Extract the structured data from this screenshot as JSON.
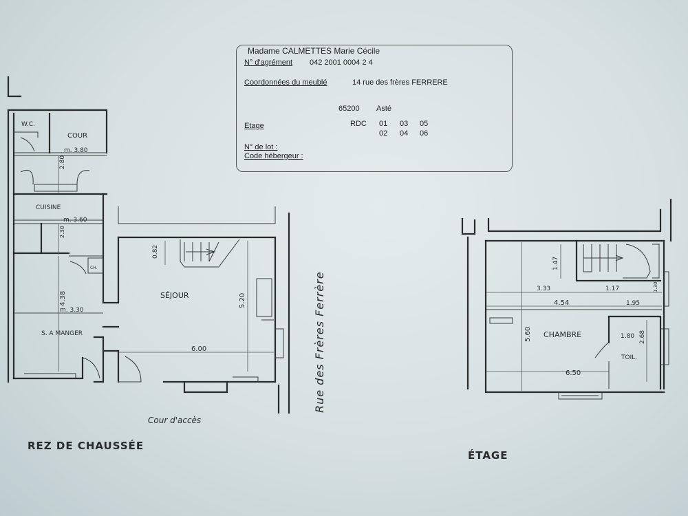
{
  "card": {
    "owner": "Madame CALMETTES Marie Cécile",
    "agrement_label": "N° d'agrément",
    "agrement_value": "042 2001 0004 2 4",
    "coord_label": "Coordonnées du meublé",
    "address": "14 rue des frères FERRERE",
    "postal_code": "65200",
    "city": "Asté",
    "etage_label": "Etage",
    "etage_rdc": "RDC",
    "etage_row1": [
      "01",
      "03",
      "05"
    ],
    "etage_row2": [
      "02",
      "04",
      "06"
    ],
    "lot_label": "N° de lot :",
    "code_label": "Code hébergeur :"
  },
  "ground_floor": {
    "title": "REZ DE CHAUSSÉE",
    "rooms": {
      "wc": "W.C.",
      "cour": "COUR",
      "cuisine": "CUISINE",
      "sejour": "SÉJOUR",
      "salle_a_manger": "S. A MANGER",
      "ch": "CH."
    },
    "dims": {
      "cour_w": "m. 3.80",
      "d280": "2.80",
      "cuisine_w": "m. 3.60",
      "d230": "2.30",
      "d438": "4.38",
      "sam_w": "m. 3.30",
      "d082": "0.82",
      "d520": "5.20",
      "d600": "6.00"
    },
    "access": "Cour d'accès"
  },
  "street": "Rue des Frères Ferrère",
  "upper_floor": {
    "title": "ÉTAGE",
    "rooms": {
      "chambre": "CHAMBRE",
      "toil": "TOIL."
    },
    "dims": {
      "d147": "1.47",
      "d333": "3.33",
      "d117": "1.17",
      "d130": "1.30",
      "d454": "4.54",
      "d195": "1.95",
      "d560": "5.60",
      "d180": "1.80",
      "d268": "2.68",
      "d650": "6.50"
    }
  }
}
